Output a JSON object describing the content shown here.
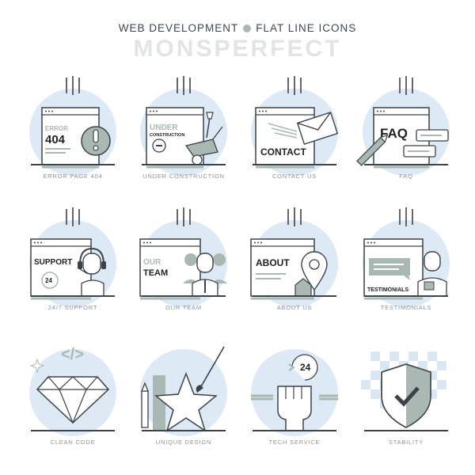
{
  "header": {
    "subtitle_left": "WEB DEVELOPMENT",
    "subtitle_right": "FLAT LINE ICONS",
    "brand": "MONSPERFECT"
  },
  "colors": {
    "circle": "#dde9f5",
    "line": "#3c4248",
    "accent": "#a9b8b2",
    "checker": "#dbe6f3"
  },
  "icons": [
    {
      "caption": "ERROR PAGE 404",
      "texts": {
        "error": "ERROR",
        "code": "404"
      },
      "icon_name": "error-404-icon"
    },
    {
      "caption": "UNDER CONSTRUCTION",
      "texts": {
        "under": "UNDER",
        "construction": "CONSTRUCTION"
      },
      "icon_name": "under-construction-icon"
    },
    {
      "caption": "CONTACT US",
      "texts": {
        "contact": "CONTACT"
      },
      "icon_name": "contact-us-icon"
    },
    {
      "caption": "FAQ",
      "texts": {
        "faq": "FAQ"
      },
      "icon_name": "faq-icon"
    },
    {
      "caption": "24/7 SUPPORT",
      "texts": {
        "support": "SUPPORT",
        "hours": "24"
      },
      "icon_name": "support-247-icon"
    },
    {
      "caption": "OUR TEAM",
      "texts": {
        "our": "OUR",
        "team": "TEAM"
      },
      "icon_name": "our-team-icon"
    },
    {
      "caption": "ABOUT US",
      "texts": {
        "about": "ABOUT"
      },
      "icon_name": "about-us-icon"
    },
    {
      "caption": "TESTIMONIALS",
      "texts": {
        "testimonials": "TESTIMONIALS"
      },
      "icon_name": "testimonials-icon"
    },
    {
      "caption": "CLEAN CODE",
      "texts": {
        "code": "</>"
      },
      "icon_name": "clean-code-icon"
    },
    {
      "caption": "UNIQUE DESIGN",
      "texts": {},
      "icon_name": "unique-design-icon"
    },
    {
      "caption": "TECH SERVICE",
      "texts": {
        "hours": "24"
      },
      "icon_name": "tech-service-icon"
    },
    {
      "caption": "STABILITY",
      "texts": {},
      "icon_name": "stability-icon"
    }
  ]
}
